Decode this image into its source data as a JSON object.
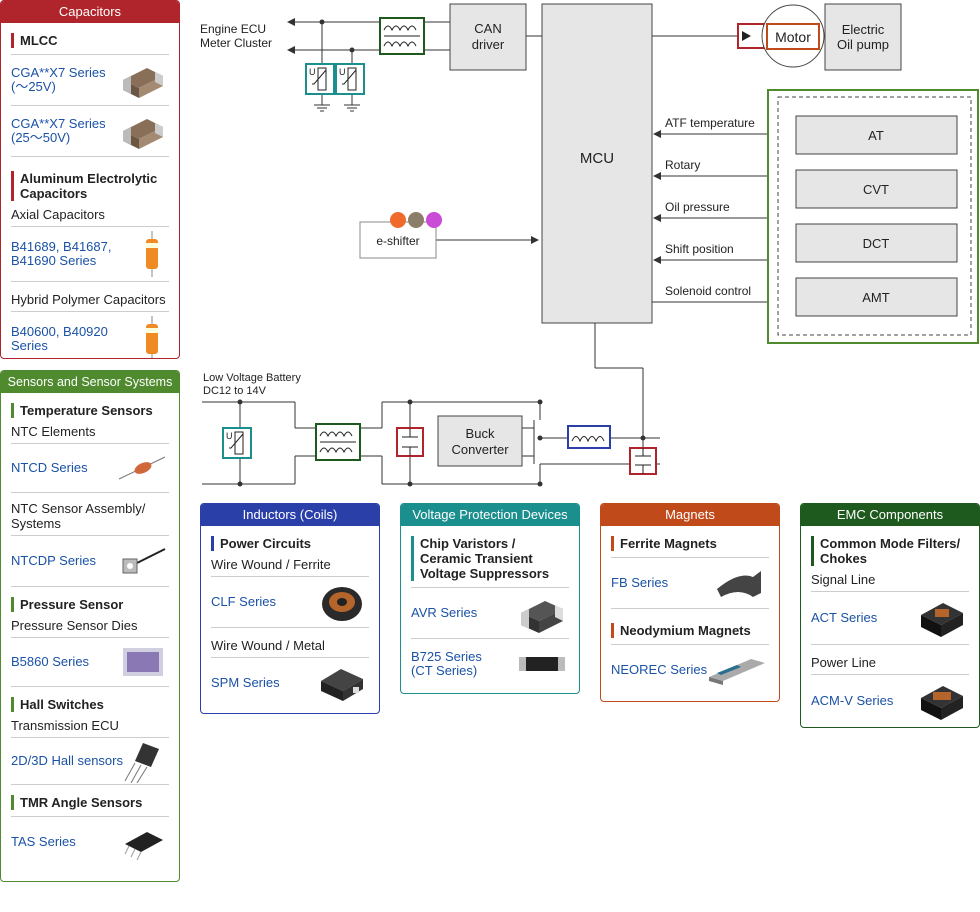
{
  "diagram": {
    "engine_ecu": "Engine ECU",
    "meter_cluster": "Meter Cluster",
    "can_driver_1": "CAN",
    "can_driver_2": "driver",
    "motor": "Motor",
    "oil_pump_1": "Electric",
    "oil_pump_2": "Oil pump",
    "mcu": "MCU",
    "atf": "ATF temperature",
    "rotary": "Rotary",
    "oil_pressure": "Oil pressure",
    "shift_position": "Shift position",
    "solenoid": "Solenoid control",
    "at": "AT",
    "cvt": "CVT",
    "dct": "DCT",
    "amt": "AMT",
    "eshifter": "e-shifter",
    "battery_1": "Low Voltage Battery",
    "battery_2": "DC12 to 14V",
    "buck_1": "Buck",
    "buck_2": "Converter"
  },
  "capacitors": {
    "title": "Capacitors",
    "mlcc": "MLCC",
    "mlcc_items": [
      "CGA**X7 Series\n(～25V)",
      "CGA**X7 Series\n(25～50V)"
    ],
    "alu": "Aluminum Electrolytic\nCapacitors",
    "axial": "Axial Capacitors",
    "axial_item": "B41689, B41687,\nB41690 Series",
    "hybrid": "Hybrid Polymer Capacitors",
    "hybrid_item": "B40600, B40920\nSeries"
  },
  "sensors": {
    "title": "Sensors and Sensor Systems",
    "temp": "Temperature Sensors",
    "ntc": "NTC Elements",
    "ntcd": "NTCD Series",
    "ntc_assembly": "NTC Sensor Assembly/\nSystems",
    "ntcdp": "NTCDP Series",
    "pressure": "Pressure Sensor",
    "pressure_dies": "Pressure Sensor Dies",
    "b5860": "B5860 Series",
    "hall": "Hall Switches",
    "transmission": "Transmission ECU",
    "hall_item": "2D/3D Hall sensors",
    "tmr": "TMR Angle Sensors",
    "tas": "TAS Series"
  },
  "inductors": {
    "title": "Inductors (Coils)",
    "power": "Power Circuits",
    "ferrite": "Wire Wound / Ferrite",
    "clf": "CLF Series",
    "metal": "Wire Wound / Metal",
    "spm": "SPM Series"
  },
  "voltage": {
    "title": "Voltage Protection Devices",
    "chip": "Chip Varistors /\nCeramic Transient\nVoltage Suppressors",
    "avr": "AVR Series",
    "b725": "B725 Series\n(CT Series)"
  },
  "magnets": {
    "title": "Magnets",
    "ferrite": "Ferrite Magnets",
    "fb": "FB Series",
    "neo": "Neodymium Magnets",
    "neorec": "NEOREC Series"
  },
  "emc": {
    "title": "EMC Components",
    "cmf": "Common Mode Filters/\nChokes",
    "signal": "Signal Line",
    "act": "ACT Series",
    "power": "Power Line",
    "acmv": "ACM-V Series"
  },
  "colors": {
    "red": "#b0242b",
    "green": "#4f8a2f",
    "blue": "#2b3fa8",
    "teal": "#1b8e8e",
    "orange": "#c04a1a",
    "darkgreen": "#1e5a1e"
  }
}
